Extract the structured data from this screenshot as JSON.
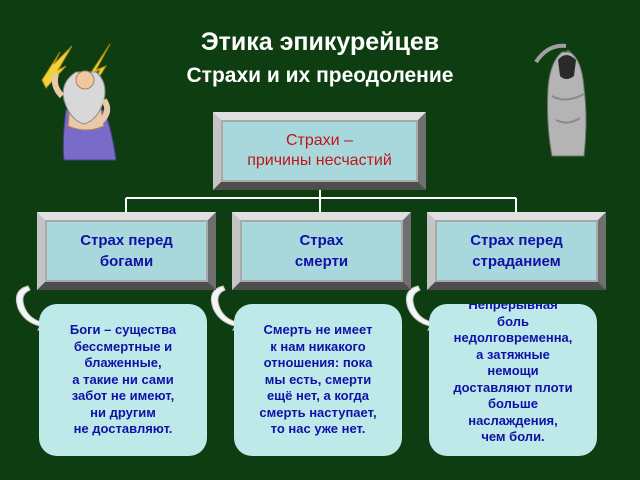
{
  "title": "Этика эпикурейцев",
  "subtitle": "Страхи и их преодоление",
  "root": {
    "line1": "Страхи –",
    "line2": "причины несчастий"
  },
  "categories": [
    {
      "line1": "Страх перед",
      "line2": "богами"
    },
    {
      "line1": "Страх",
      "line2": "смерти"
    },
    {
      "line1": "Страх перед",
      "line2": "страданием"
    }
  ],
  "cards": [
    {
      "lines": [
        "Боги – существа",
        "бессмертные и",
        "блаженные,",
        "а такие ни сами",
        "забот не имеют,",
        "ни другим",
        "не доставляют."
      ]
    },
    {
      "lines": [
        "Смерть не имеет",
        "к нам никакого",
        "отношения: пока",
        "мы есть, смерти",
        "ещё нет, а когда",
        "смерть наступает,",
        "то нас уже нет."
      ]
    },
    {
      "lines": [
        "Непрерывная",
        "боль",
        "недолговременна,",
        "а затяжные",
        "немощи",
        "доставляют плоти",
        "больше",
        "наслаждения,",
        "чем боли."
      ]
    }
  ],
  "colors": {
    "background": "#0e3d12",
    "title": "#ffffff",
    "root_text": "#c0161b",
    "box_text": "#1010a8",
    "box_face": "#a8d8dc",
    "card_face": "#bdeae9"
  },
  "icons": {
    "left": "zeus-with-lightning-icon",
    "right": "grim-reaper-icon"
  }
}
